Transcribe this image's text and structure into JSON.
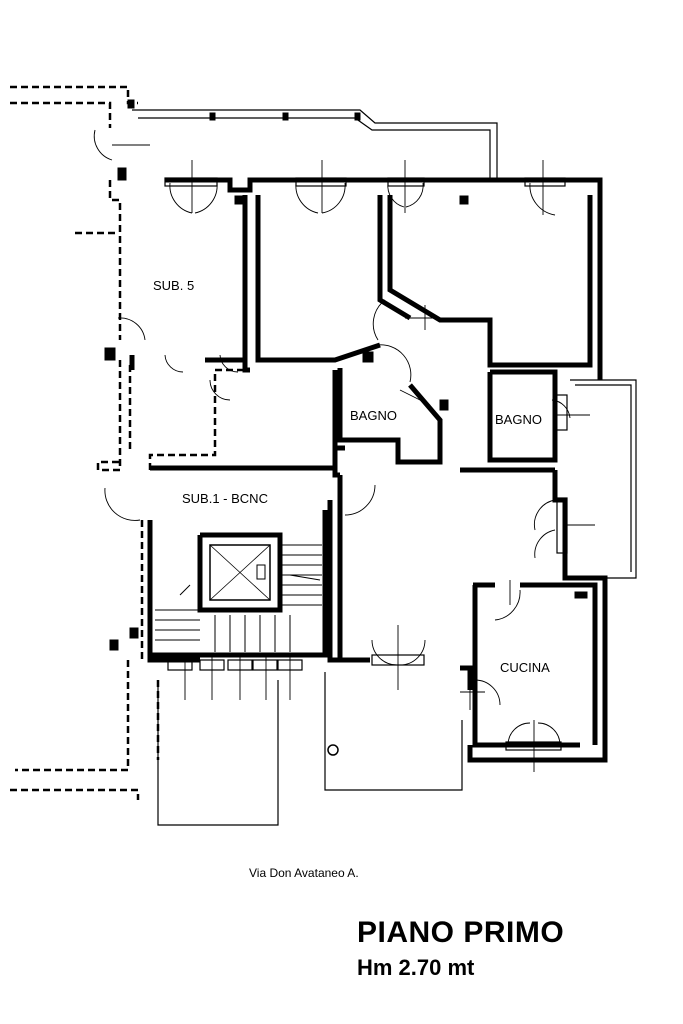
{
  "plan": {
    "rooms": {
      "sub5": "SUB. 5",
      "bagno_left": "BAGNO",
      "bagno_right": "BAGNO",
      "sub1": "SUB.1 - BCNC",
      "cucina": "CUCINA"
    },
    "street": "Via Don Avataneo A.",
    "title": "PIANO PRIMO",
    "height_note": "Hm 2.70 mt"
  }
}
